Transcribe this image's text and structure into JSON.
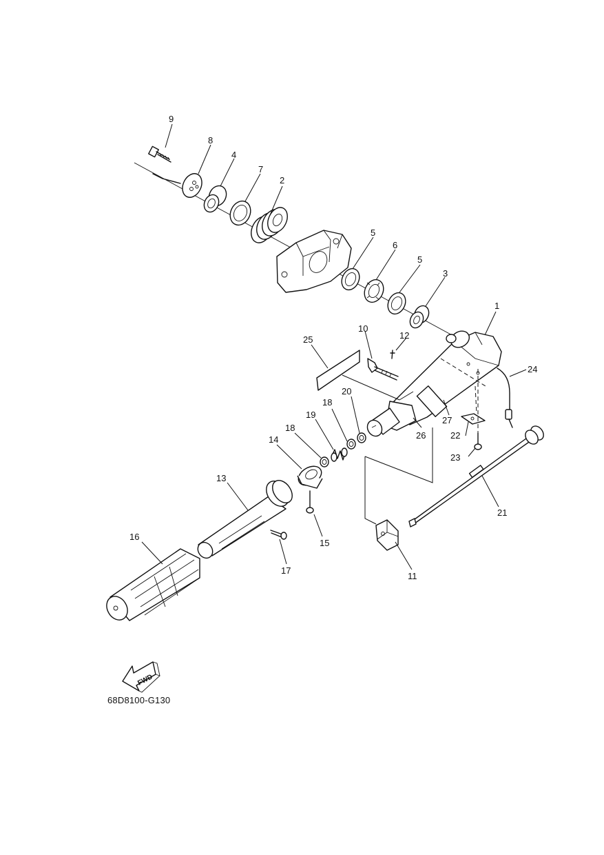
{
  "diagram": {
    "drawing_code": "68D8100-G130",
    "direction_label": "FWD",
    "callouts": {
      "p1": "1",
      "p2": "2",
      "p3": "3",
      "p4": "4",
      "p5a": "5",
      "p5b": "5",
      "p6": "6",
      "p7": "7",
      "p8": "8",
      "p9": "9",
      "p10": "10",
      "p11": "11",
      "p12": "12",
      "p13": "13",
      "p14": "14",
      "p15": "15",
      "p16": "16",
      "p17": "17",
      "p18a": "18",
      "p18b": "18",
      "p19": "19",
      "p20": "20",
      "p21": "21",
      "p22": "22",
      "p23": "23",
      "p24": "24",
      "p25": "25",
      "p26": "26",
      "p27": "27"
    }
  }
}
